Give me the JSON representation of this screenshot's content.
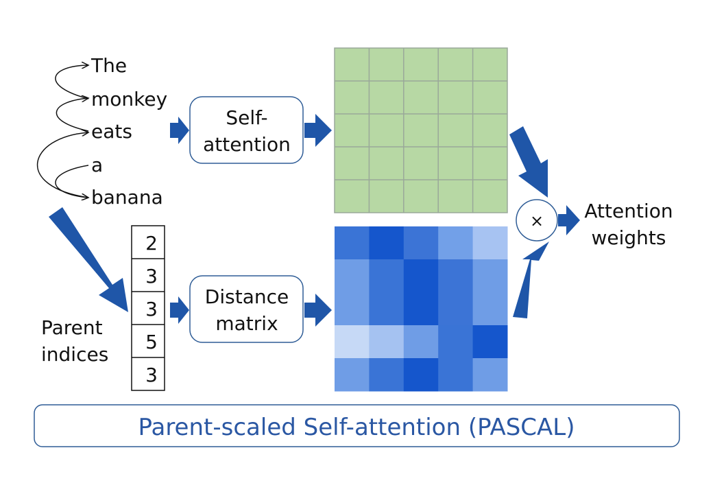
{
  "words": [
    "The",
    "monkey",
    "eats",
    "a",
    "banana"
  ],
  "parent_indices": {
    "label_line1": "Parent",
    "label_line2": "indices",
    "values": [
      "2",
      "3",
      "3",
      "5",
      "3"
    ]
  },
  "self_attention": {
    "line1": "Self-",
    "line2": "attention"
  },
  "distance_matrix": {
    "line1": "Distance",
    "line2": "matrix"
  },
  "multiply_symbol": "×",
  "output": {
    "line1": "Attention",
    "line2": "weights"
  },
  "banner": "Parent-scaled Self-attention (PASCAL)",
  "colors": {
    "arrow": "#1f56a8",
    "green_fill": "#b7d8a4",
    "green_grid": "#9aa89a",
    "box_border": "#2e5c96",
    "banner_text": "#2a57a3"
  },
  "distance_grid": [
    [
      "#3a74d6",
      "#1556cc",
      "#3c74d6",
      "#72a0e8",
      "#a7c3f2"
    ],
    [
      "#6f9de6",
      "#3a74d6",
      "#1556cc",
      "#3c74d6",
      "#6f9de6"
    ],
    [
      "#6f9de6",
      "#3a74d6",
      "#1556cc",
      "#3c74d6",
      "#6f9de6"
    ],
    [
      "#c6d9f6",
      "#a5c2f1",
      "#6f9de6",
      "#3a74d6",
      "#1556cc"
    ],
    [
      "#6f9de6",
      "#3a74d6",
      "#1556cc",
      "#3a74d6",
      "#6f9de6"
    ]
  ]
}
